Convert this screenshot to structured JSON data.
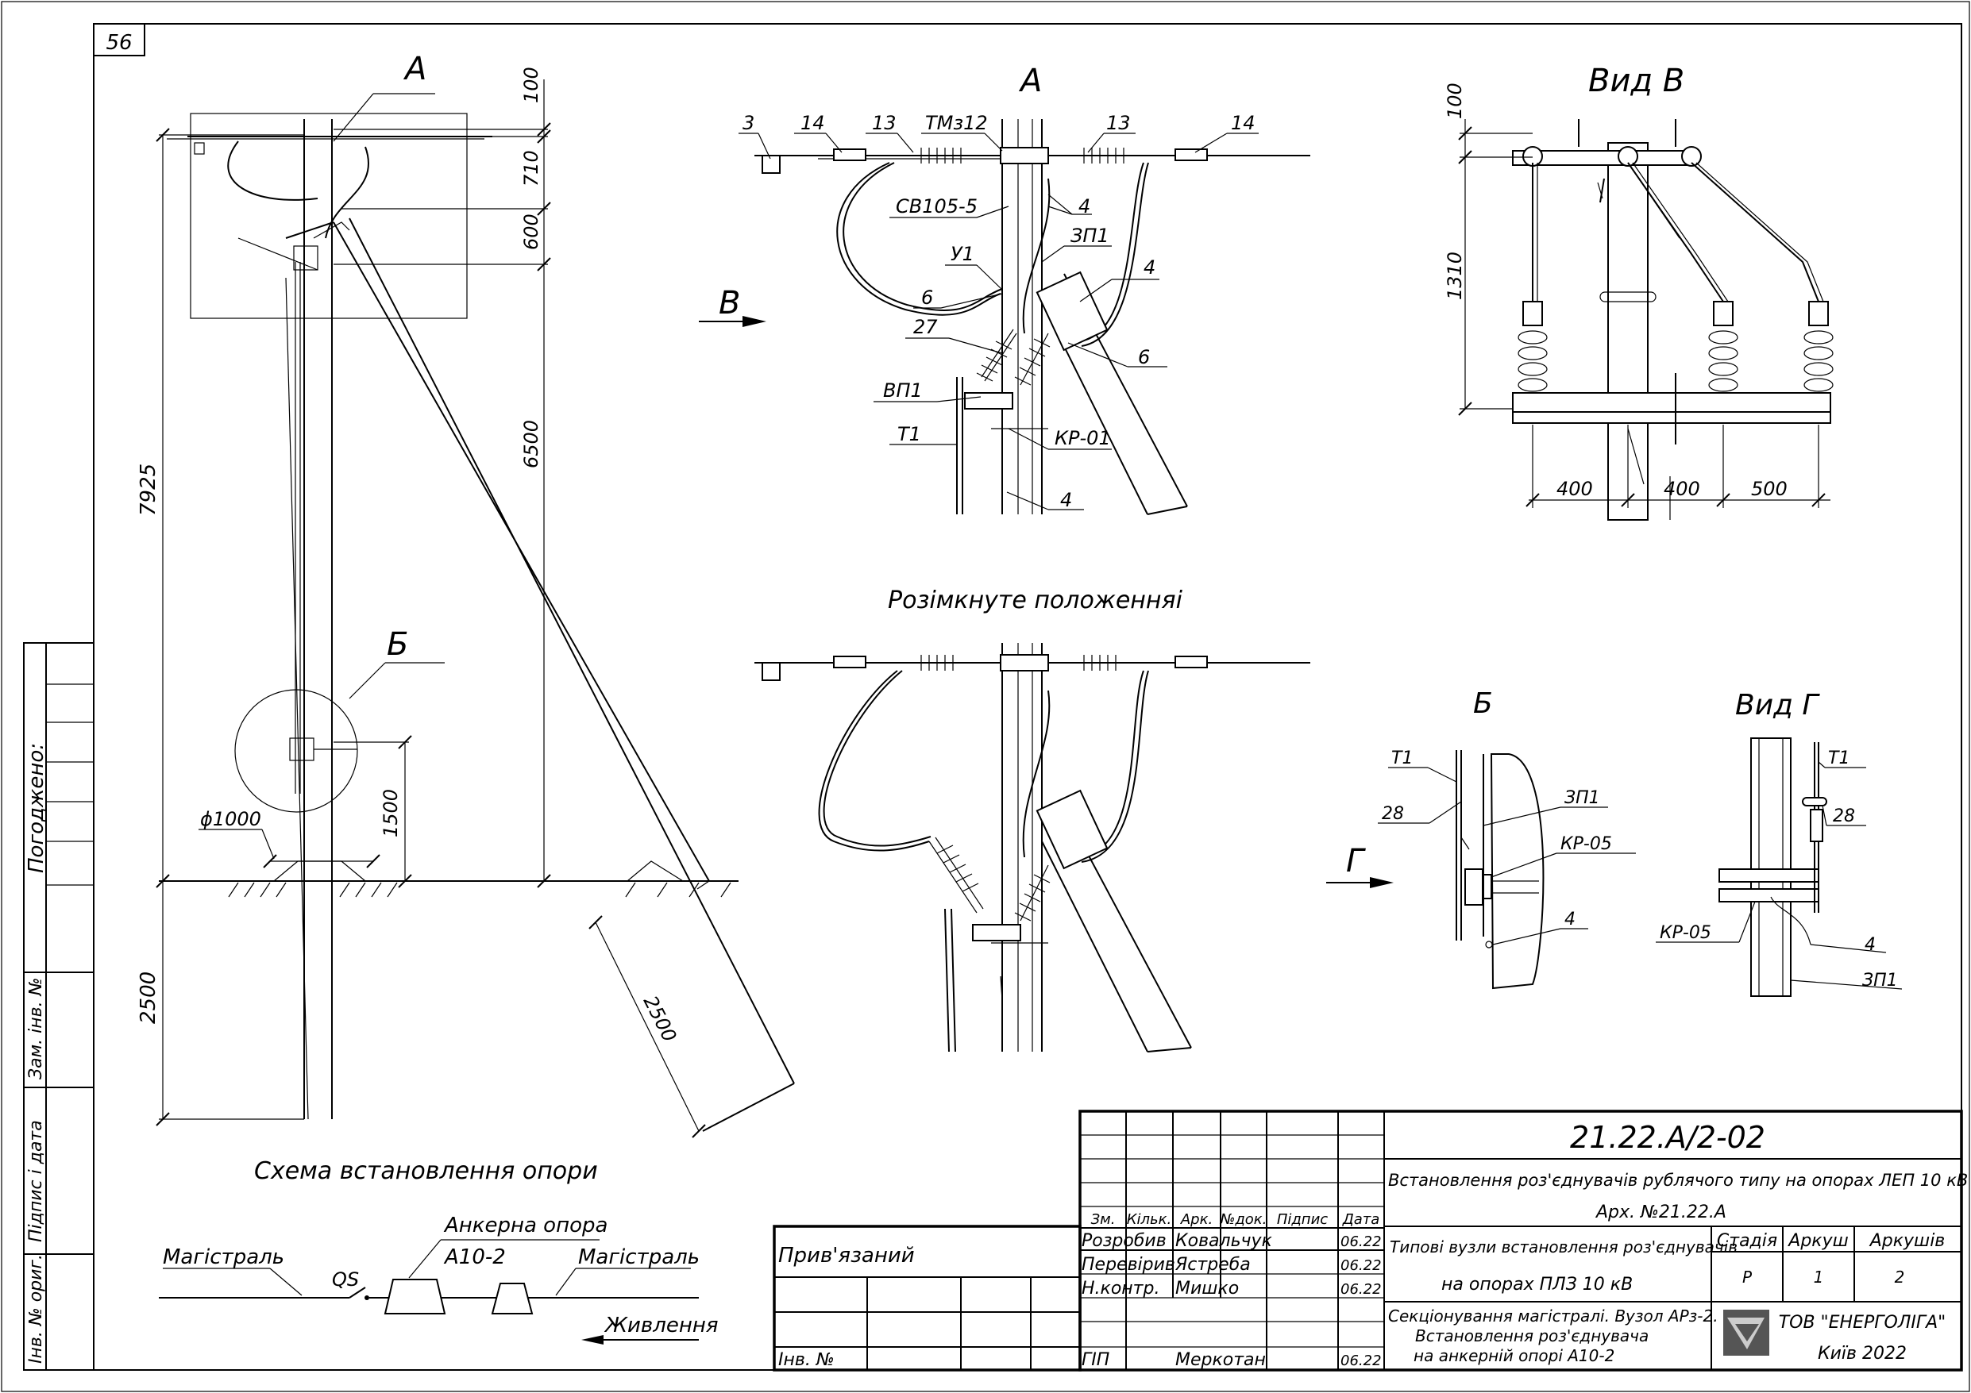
{
  "sheet_number": "56",
  "side_labels": {
    "agreed": "Погоджено:",
    "replace_inv": "Зам. інв. №",
    "sign_date": "Підпис і дата",
    "orig_inv": "Інв. № ориг."
  },
  "scheme": {
    "view_a_label": "А",
    "view_b_label": "Б",
    "dims": {
      "d100": "100",
      "d710": "710",
      "d600": "600",
      "d6500": "6500",
      "d7925": "7925",
      "d1500": "1500",
      "d2500": "2500",
      "d2500b": "2500",
      "phi": "ϕ1000"
    },
    "title": "Схема встановлення опори"
  },
  "detail_a": {
    "title": "А",
    "labels": {
      "l3": "3",
      "l14a": "14",
      "l13a": "13",
      "tmz": "ТМз12",
      "l13b": "13",
      "l14b": "14",
      "sv": "СВ105-5",
      "l4a": "4",
      "zp1": "ЗП1",
      "u1": "У1",
      "l4b": "4",
      "l6a": "6",
      "l27": "27",
      "l6b": "6",
      "vp1": "ВП1",
      "t1": "Т1",
      "kr01": "КР-01",
      "l4c": "4"
    },
    "arrow_label": "В"
  },
  "open_position": {
    "title": "Розімкнуте положенняі"
  },
  "view_v": {
    "title": "Вид В",
    "dims": {
      "d100": "100",
      "d1310": "1310",
      "d400a": "400",
      "d400b": "400",
      "d500": "500"
    }
  },
  "detail_b": {
    "title": "Б",
    "labels": {
      "t1": "Т1",
      "l28": "28",
      "zp1": "ЗП1",
      "kr05": "КР-05",
      "l4": "4"
    },
    "arrow_label": "Г"
  },
  "view_g": {
    "title": "Вид Г",
    "labels": {
      "t1": "Т1",
      "l28": "28",
      "kr05": "КР-05",
      "l4": "4",
      "zp1": "ЗП1"
    }
  },
  "line_scheme": {
    "main_left": "Магістраль",
    "anchor": "Анкерна опора",
    "a10": "А10-2",
    "main_right": "Магістраль",
    "qs": "QS",
    "supply": "Живлення"
  },
  "title_block": {
    "code": "21.22.A/2-02",
    "description": "Встановлення роз'єднувачів рублячого типу на опорах ЛЕП 10 кВ",
    "arch": "Арх. №21.22.А",
    "col_headers": [
      "Зм.",
      "Кільк.",
      "Арк.",
      "№док.",
      "Підпис",
      "Дата"
    ],
    "rows": [
      {
        "role": "Розробив",
        "name": "Ковальчук",
        "date": "06.22"
      },
      {
        "role": "Перевірив",
        "name": "Ястреба",
        "date": "06.22"
      },
      {
        "role": "Н.контр.",
        "name": "Мишко",
        "date": "06.22"
      },
      {
        "role": "ГІП",
        "name": "Меркотан",
        "date": "06.22"
      }
    ],
    "project_1": "Типові вузли встановлення роз'єднувачів",
    "project_2": "на опорах ПЛЗ 10 кВ",
    "stage_header": "Стадія",
    "sheet_header": "Аркуш",
    "sheets_header": "Аркушів",
    "stage": "Р",
    "sheet": "1",
    "sheets": "2",
    "sheet_title_1": "Секціонування магістралі. Вузол АРз-2.",
    "sheet_title_2": "Встановлення роз'єднувача",
    "sheet_title_3": "на анкерній опорі А10-2",
    "company": "ТОВ \"ЕНЕРГОЛІГА\"",
    "city": "Київ 2022",
    "bound": "Прив'язаний",
    "inv_no": "Інв. №"
  }
}
